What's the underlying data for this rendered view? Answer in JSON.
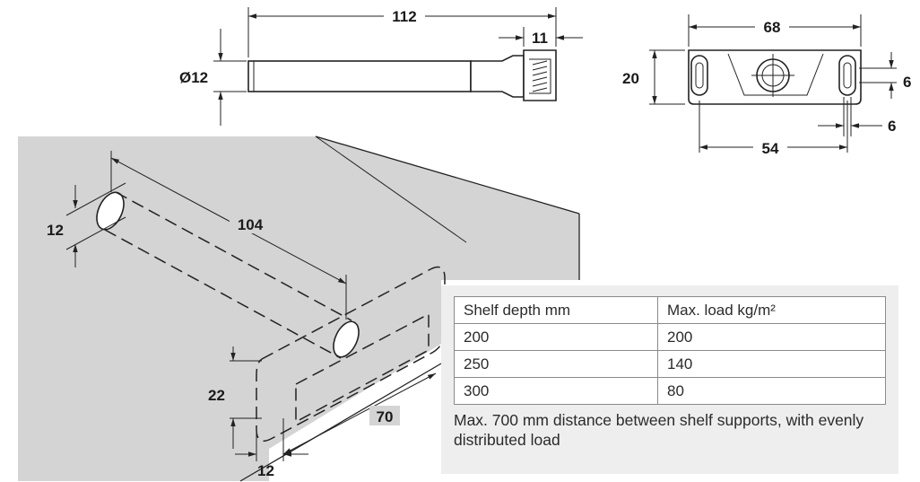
{
  "dimensions": {
    "pin_length": "112",
    "pin_diameter": "Ø12",
    "head_width": "11",
    "bracket_width": "68",
    "bracket_height": "20",
    "bracket_hole_spacing": "54",
    "slot_height": "6",
    "slot_width": "6",
    "drill_diameter": "12",
    "drill_depth": "104",
    "recess_height": "22",
    "recess_length": "70",
    "recess_width": "12"
  },
  "load_table": {
    "headers": [
      "Shelf depth mm",
      "Max. load kg/m²"
    ],
    "rows": [
      [
        "200",
        "200"
      ],
      [
        "250",
        "140"
      ],
      [
        "300",
        "80"
      ]
    ],
    "note": "Max. 700 mm distance between shelf supports, with evenly distributed load"
  }
}
